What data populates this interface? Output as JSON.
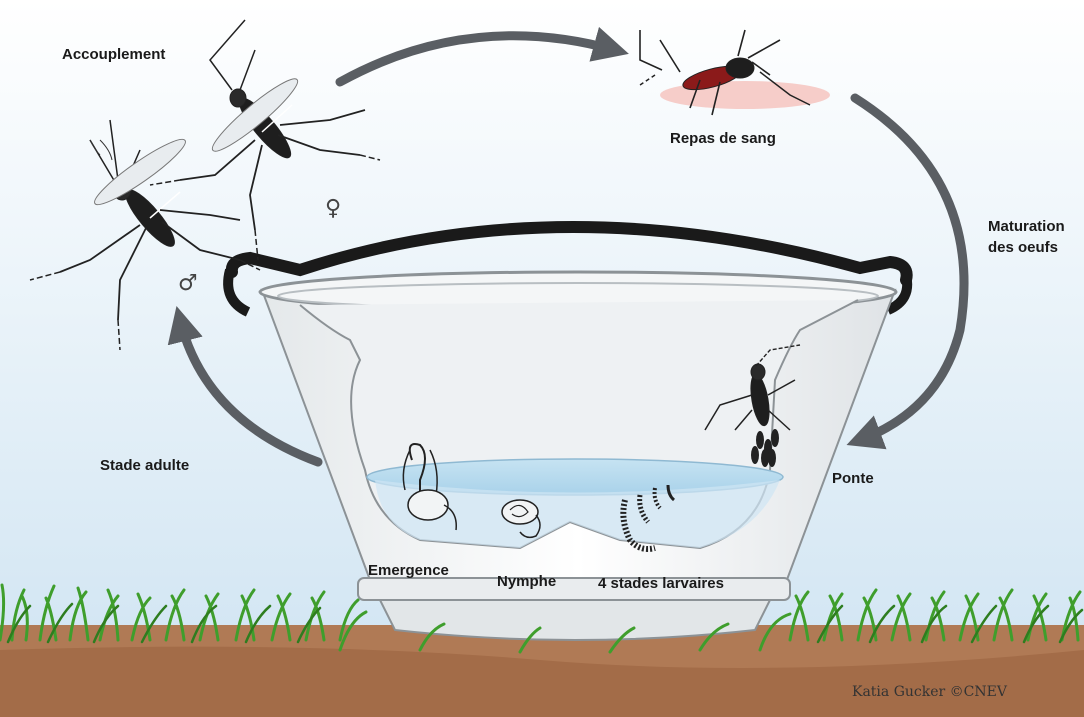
{
  "labels": {
    "mating": "Accouplement",
    "blood_meal": "Repas de sang",
    "egg_maturation_line1": "Maturation",
    "egg_maturation_line2": "des oeufs",
    "laying": "Ponte",
    "adult_stage": "Stade adulte",
    "emergence": "Emergence",
    "pupa": "Nymphe",
    "larval_stages": "4 stades larvaires"
  },
  "symbols": {
    "female": "♀",
    "male": "♂"
  },
  "credit": "Katia Gucker ©CNEV",
  "colors": {
    "sky_top": "#ffffff",
    "sky_bottom": "#d7e8f4",
    "arrow": "#5a5e63",
    "bucket": "#f2f4f5",
    "bucket_outline": "#8c9296",
    "handle": "#1a1a1a",
    "water": "#b9dcef",
    "grass": "#3f9e2c",
    "soil": "#b07a55",
    "skin": "#f6c4c0",
    "blood": "#8b1a1a"
  }
}
